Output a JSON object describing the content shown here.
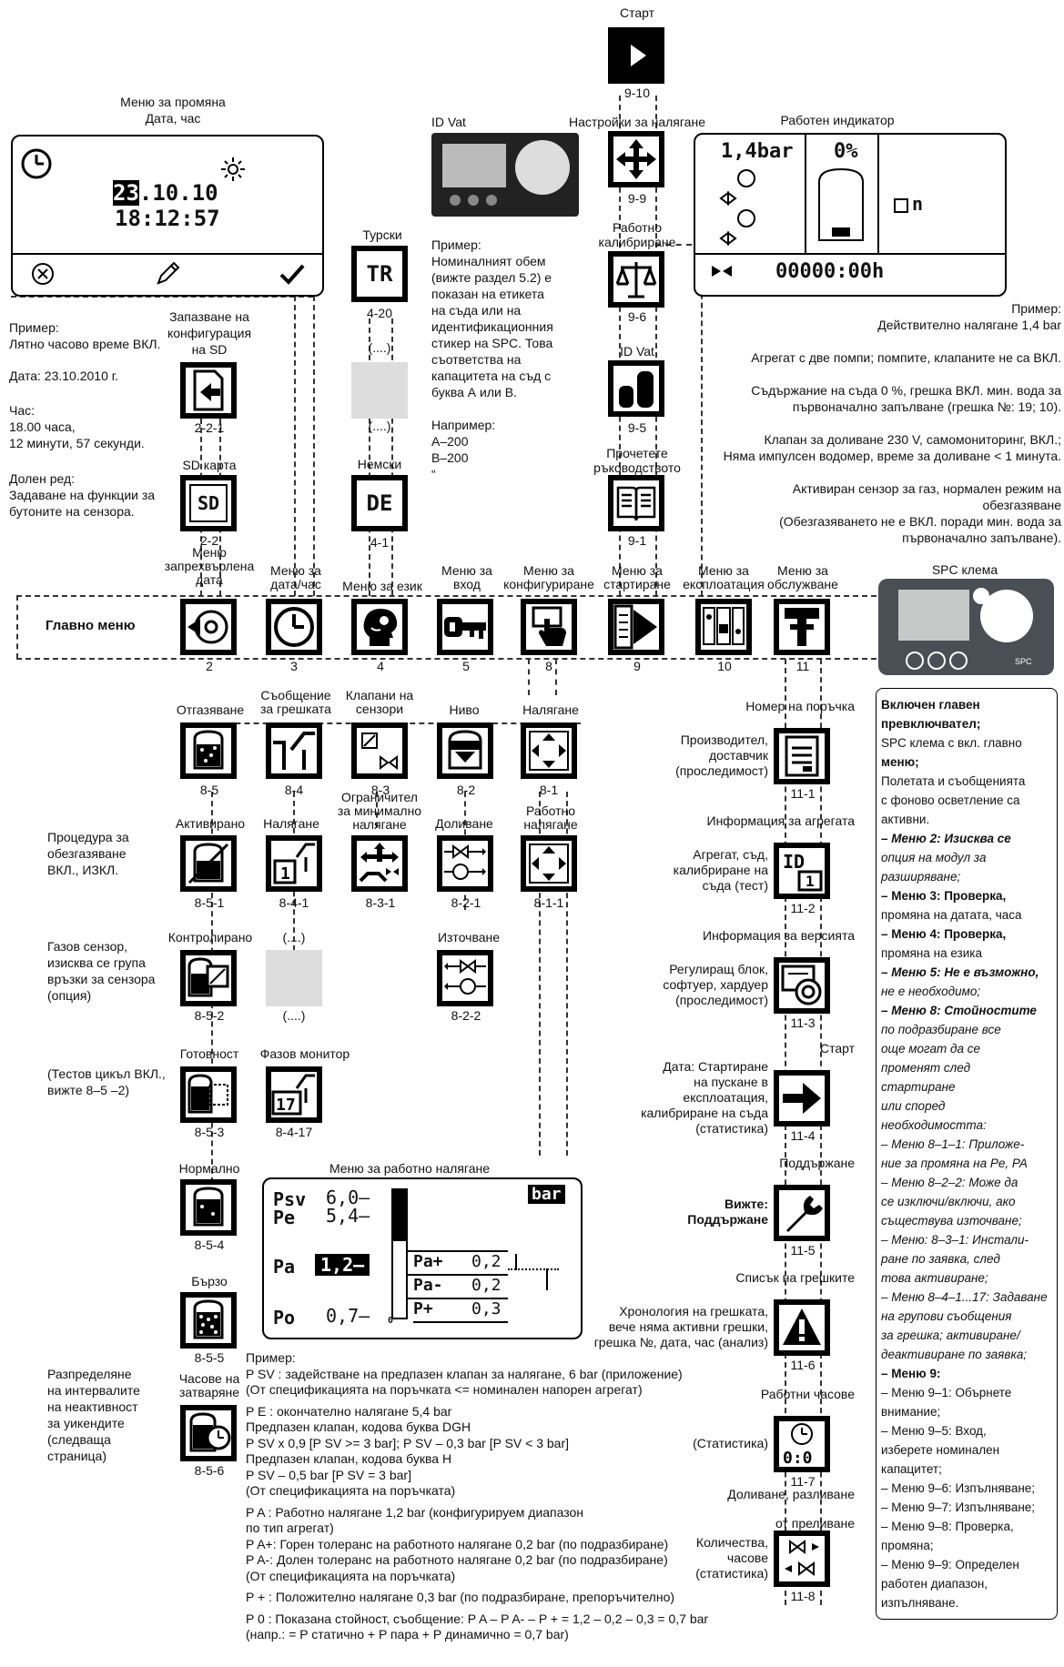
{
  "top_start": {
    "label": "Старт",
    "code": "9-10"
  },
  "date_menu": {
    "title1": "Меню за промяна",
    "title2": "Дата, час",
    "date": ".10.10",
    "date_sel": "23",
    "time": "18:12:57"
  },
  "id_vat": {
    "label": "ID Vat"
  },
  "pressure_settings": {
    "label": "Настройки за налягане",
    "code": "9-9"
  },
  "calibration": {
    "label1": "Работно",
    "label2": "калибриране",
    "code": "9-6"
  },
  "id_vat2": {
    "label": "ID Vat",
    "code": "9-5"
  },
  "manual": {
    "label1": "Прочетете",
    "label2": "ръководството",
    "code": "9-1"
  },
  "work_indicator": {
    "title": "Работен индикатор",
    "pressure": "1,4bar",
    "percent": "0%",
    "n": "n",
    "counter": "00000:00h"
  },
  "turkish": {
    "label": "Турски",
    "icon_text": "TR",
    "code": "4-20",
    "dots_top": "(....)",
    "dots_bottom": "(....)"
  },
  "german": {
    "label": "Немски",
    "icon_text": "DE",
    "code": "4-1"
  },
  "vat_note": [
    "Пример:",
    "Номиналният обем",
    "(вижте раздел 5.2) е",
    "показан на етикета",
    "на съда или на",
    "идентификационния",
    "стикер на SPC. Това",
    "съответства на",
    "капацитета на съд с",
    "буква А или В.",
    "",
    "Например:",
    "А–200",
    "В–200",
    "“"
  ],
  "left_notes": {
    "example1": "Пример:",
    "example2": "Лятно часово време ВКЛ.",
    "date": "Дата: 23.10.2010 г.",
    "time1": "Час:",
    "time2": "18.00 часа,",
    "time3": "12 минути, 57 секунди.",
    "bottom1": "Долен ред:",
    "bottom2": "Задаване на функции за",
    "bottom3": "бутоните на сензора."
  },
  "save_sd": {
    "label1": "Запазване на",
    "label2": "конфигурация",
    "label3": "на SD",
    "code": "2-2-1"
  },
  "sd_card": {
    "label": "SD карта",
    "icon_text": "SD",
    "code": "2-2"
  },
  "right_notes": [
    "Пример:",
    "Действително налягане 1,4 bar",
    "",
    "Агрегат с две помпи; помпите, клапаните не са ВКЛ.",
    "",
    "Съдържание на съда 0 %, грешка ВКЛ. мин. вода за",
    "първоначално запълване (грешка №: 19; 10).",
    "",
    "Клапан за доливане 230 V, самомониторинг, ВКЛ.;",
    "Няма импулсен водомер, време за доливане < 1 минута.",
    "",
    "Активиран сензор за газ, нормален режим на",
    "обезгазяване",
    "(Обезгазяването не е ВКЛ. поради мин. вода за",
    "първоначално запълване)."
  ],
  "main_menu": {
    "label": "Главно меню",
    "items": [
      {
        "label1": "Меню",
        "label2": "запрехвърлена",
        "label3": "дата",
        "code": "2"
      },
      {
        "label1": "Меню за",
        "label2": "дата/час",
        "code": "3"
      },
      {
        "label1": "Меню за език",
        "label2": "",
        "code": "4"
      },
      {
        "label1": "Меню за",
        "label2": "вход",
        "code": "5"
      },
      {
        "label1": "Меню за",
        "label2": "конфигуриране",
        "code": "8"
      },
      {
        "label1": "Меню за",
        "label2": "стартиране",
        "code": "9"
      },
      {
        "label1": "Меню за",
        "label2": "експлоатация",
        "code": "10"
      },
      {
        "label1": "Меню за",
        "label2": "обслужване",
        "code": "11"
      }
    ]
  },
  "spc": {
    "label": "SPC клема",
    "brand": "SPC"
  },
  "config_row1": [
    {
      "label1": "Отгазяване",
      "label2": "",
      "code": "8-5"
    },
    {
      "label1": "Съобщение",
      "label2": "за грешката",
      "code": "8-4"
    },
    {
      "label1": "Клапани на",
      "label2": "сензори",
      "code": "8-3"
    },
    {
      "label1": "Ниво",
      "label2": "",
      "code": "8-2"
    },
    {
      "label1": "Налягане",
      "label2": "",
      "code": "8-1"
    }
  ],
  "config_row2": [
    {
      "label1": "Активирано",
      "label2": "",
      "code": "8-5-1"
    },
    {
      "label1": "Налягане",
      "label2": "",
      "code": "8-4-1"
    },
    {
      "label1": "Ограничител",
      "label2": "за минимално",
      "label3": "налягане",
      "code": "8-3-1"
    },
    {
      "label1": "Доливане",
      "label2": "",
      "code": "8-2-1"
    },
    {
      "label1": "Работно",
      "label2": "налягане",
      "code": "8-1-1"
    }
  ],
  "degas_notes": {
    "a1": "Процедура за",
    "a2": "обезгазяване",
    "a3": "ВКЛ., ИЗКЛ.",
    "b1": "Газов сензор,",
    "b2": "изисква се група",
    "b3": "връзки за сензора",
    "b4": "(опция)",
    "c1": "(Тестов цикъл ВКЛ.,",
    "c2": "вижте 8–5 –2)",
    "d1": "Разпределяне",
    "d2": "на интервалите",
    "d3": "на неактивност",
    "d4": "за уикендите",
    "d5": "(следваща",
    "d6": "страница)"
  },
  "row3": {
    "controlled": "Контролирано",
    "controlled_code": "8-5-2",
    "dots_top": "(....)",
    "dots_bottom": "(....)",
    "drain": "Източване",
    "drain_code": "8-2-2"
  },
  "row4": {
    "ready": "Готовност",
    "ready_code": "8-5-3",
    "phase": "Фазов монитор",
    "phase_code": "8-4-17",
    "phase_num": "17"
  },
  "row5": {
    "normal": "Нормално",
    "normal_code": "8-5-4",
    "fast": "Бързо",
    "fast_code": "8-5-5",
    "close1": "Часове на",
    "close2": "затваряне",
    "close_code": "8-5-6"
  },
  "pressure_menu": {
    "title": "Меню за работно налягане",
    "psv": "Psv",
    "psv_val": "6,0–",
    "pe": "Pe",
    "pe_val": "5,4–",
    "pa": "Pa",
    "pa_val": "1,2–",
    "po": "Po",
    "po_val": "0,7–",
    "unit": "bar",
    "pa_plus": "Pa+",
    "pa_plus_val": "0,2",
    "pa_minus": "Pa-",
    "pa_minus_val": "0,2",
    "p_plus": "P+",
    "p_plus_val": "0,3",
    "zero": "0"
  },
  "bottom_notes": [
    "Пример:",
    "P SV : задействане на предпазен клапан за налягане, 6 bar (приложение)",
    "(От спецификацията на поръчката <= номинален напорен агрегат)",
    "",
    "P E : окончателно налягане 5,4 bar",
    "Предпазен клапан, кодова буква DGH",
    "P SV x 0,9 [P SV >= 3 bar]; P SV – 0,3 bar [P SV < 3 bar]",
    "Предпазен клапан, кодова буква H",
    "P SV – 0,5 bar [P SV = 3 bar]",
    "(От спецификацията на поръчката)",
    "",
    "P A : Работно налягане 1,2 bar (конфигурируем диапазон",
    "по тип агрегат)",
    "P A+: Горен толеранс на работното налягане 0,2 bar (по подразбиране)",
    "P A-: Долен толеранс на работното налягане 0,2 bar (по подразбиране)",
    "(От спецификацията на поръчката)",
    "",
    "P + : Положително налягане 0,3 bar (по подразбиране, препоръчително)",
    "",
    "P 0 : Показана стойност, съобщение: P A – P A- – P + = 1,2 – 0,2 – 0,3 = 0,7 bar",
    "(напр.: = P статично + P пара + P динамично = 0,7 bar)"
  ],
  "service": [
    {
      "title": "Номер на поръчка",
      "desc": [
        "Производител,",
        "доставчик",
        "(проследимост)"
      ],
      "code": "11-1"
    },
    {
      "title": "Информация за агрегата",
      "desc": [
        "Агрегат, съд,",
        "калибриране на",
        "съда (тест)"
      ],
      "code": "11-2"
    },
    {
      "title": "Информация за версията",
      "desc": [
        "Регулиращ блок,",
        "софтуер, хардуер",
        "(проследимост)"
      ],
      "code": "11-3"
    },
    {
      "title": "Старт",
      "desc": [
        "Дата: Стартиране",
        "на пускане в",
        "експлоатация,",
        "калибриране на съда",
        "(статистика)"
      ],
      "code": "11-4"
    },
    {
      "title": "Поддържане",
      "desc": [
        "Вижте:",
        "Поддържане"
      ],
      "code": "11-5"
    },
    {
      "title": "Списък на грешките",
      "desc": [
        "Хронология на грешката,",
        "вече няма активни грешки,",
        "грешка №, дата, час (анализ)"
      ],
      "code": "11-6"
    },
    {
      "title": "Работни часове",
      "desc": [
        "(Статистика)"
      ],
      "code": "11-7",
      "icon_text": "0:0"
    },
    {
      "title": "Доливане, разливане",
      "title2": "от преливане",
      "desc": [
        "Количества,",
        "часове",
        "(статистика)"
      ],
      "code": "11-8"
    }
  ],
  "legend": [
    {
      "t": "Включен главен",
      "s": "b"
    },
    {
      "t": "превключвател;",
      "s": "b"
    },
    {
      "t": "SPC клема с вкл. главно",
      "s": "n"
    },
    {
      "t": "меню;",
      "s": "b"
    },
    {
      "t": "Полетата и съобщенията",
      "s": "n"
    },
    {
      "t": "с фоново осветление са",
      "s": "n"
    },
    {
      "t": "активни.",
      "s": "n"
    },
    {
      "t": "– Меню 2: Изисква се",
      "s": "bi"
    },
    {
      "t": "опция на модул за",
      "s": "i"
    },
    {
      "t": "разширяване;",
      "s": "i"
    },
    {
      "t": "– Меню 3: Проверка,",
      "s": "b"
    },
    {
      "t": "промяна на датата, часа",
      "s": "n"
    },
    {
      "t": "– Меню 4: Проверка,",
      "s": "b"
    },
    {
      "t": "промяна на езика",
      "s": "n"
    },
    {
      "t": "– Меню 5: Не е възможно,",
      "s": "bi"
    },
    {
      "t": "не е необходимо;",
      "s": "i"
    },
    {
      "t": "– Меню 8: Стойностите",
      "s": "bi"
    },
    {
      "t": "по подразбиране все",
      "s": "i"
    },
    {
      "t": "още могат да се",
      "s": "i"
    },
    {
      "t": "променят след",
      "s": "i"
    },
    {
      "t": "стартиране",
      "s": "i"
    },
    {
      "t": "или според",
      "s": "i"
    },
    {
      "t": "необходимостта:",
      "s": "i"
    },
    {
      "t": "– Меню 8–1–1: Приложе-",
      "s": "i"
    },
    {
      "t": "ние за промяна на Pe, PA",
      "s": "i"
    },
    {
      "t": "– Меню 8–2–2: Може да",
      "s": "i"
    },
    {
      "t": "се изключи/включи, ако",
      "s": "i"
    },
    {
      "t": "съществува източване;",
      "s": "i"
    },
    {
      "t": "– Меню: 8–3–1: Инстали-",
      "s": "i"
    },
    {
      "t": "ране по заявка, след",
      "s": "i"
    },
    {
      "t": "това активиране;",
      "s": "i"
    },
    {
      "t": "– Меню 8–4–1...17: Задаване",
      "s": "i"
    },
    {
      "t": "на групови съобщения",
      "s": "i"
    },
    {
      "t": "за грешка; активиране/",
      "s": "i"
    },
    {
      "t": "деактивиране по заявка;",
      "s": "i"
    },
    {
      "t": "– Меню 9:",
      "s": "b"
    },
    {
      "t": "– Меню 9–1: Обърнете",
      "s": "n"
    },
    {
      "t": "внимание;",
      "s": "n"
    },
    {
      "t": "– Меню 9–5: Вход,",
      "s": "n"
    },
    {
      "t": "изберете номинален",
      "s": "n"
    },
    {
      "t": "капацитет;",
      "s": "n"
    },
    {
      "t": "– Меню 9–6: Изпълняване;",
      "s": "n"
    },
    {
      "t": "– Меню 9–7: Изпълняване;",
      "s": "n"
    },
    {
      "t": "– Меню 9–8: Проверка,",
      "s": "n"
    },
    {
      "t": "промяна;",
      "s": "n"
    },
    {
      "t": "– Меню 9–9: Определен",
      "s": "n"
    },
    {
      "t": "работен диапазон,",
      "s": "n"
    },
    {
      "t": "изпълняване.",
      "s": "n"
    }
  ]
}
